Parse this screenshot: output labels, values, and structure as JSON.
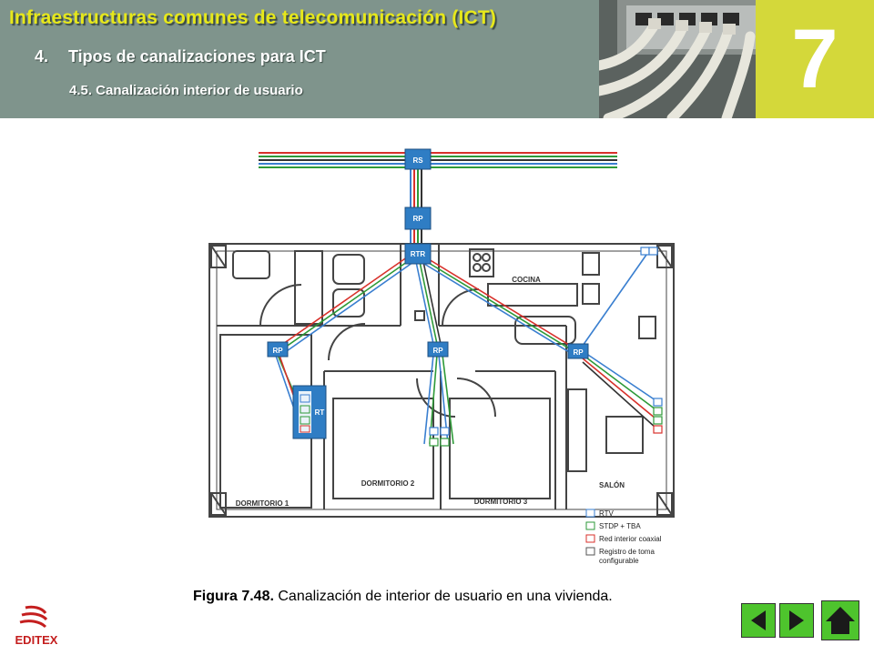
{
  "header": {
    "title": "Infraestructuras comunes de telecomunicación (ICT)",
    "section_number": "4.",
    "section_title": "Tipos de canalizaciones para ICT",
    "subsection": "4.5. Canalización interior de usuario",
    "chapter_number": "7"
  },
  "diagram": {
    "boxes": {
      "rs": "RS",
      "rp": "RP",
      "rtr": "RTR",
      "rt": "RT"
    },
    "rooms": {
      "cocina": "COCINA",
      "dormitorio1": "DORMITORIO 1",
      "dormitorio2": "DORMITORIO 2",
      "dormitorio3": "DORMITORIO 3",
      "salon": "SALÓN"
    },
    "legend": [
      {
        "label": "RTV",
        "color": "#3a7fd0"
      },
      {
        "label": "STDP + TBA",
        "color": "#2e9a38"
      },
      {
        "label": "Red interior coaxial",
        "color": "#d8312b"
      },
      {
        "label": "Registro de toma",
        "label2": "configurable",
        "color": "#555555"
      }
    ],
    "colors": {
      "blue": "#3a7fd0",
      "green": "#2e9a38",
      "red": "#d8312b",
      "dark": "#333333",
      "box": "#2f7dc4"
    }
  },
  "caption": {
    "label": "Figura 7.48.",
    "text": " Canalización de interior de usuario en una vivienda."
  },
  "brand": {
    "logo_text": "EDITEX",
    "logo_color": "#c41e1e"
  },
  "nav": {
    "accent": "#4ec42d"
  }
}
